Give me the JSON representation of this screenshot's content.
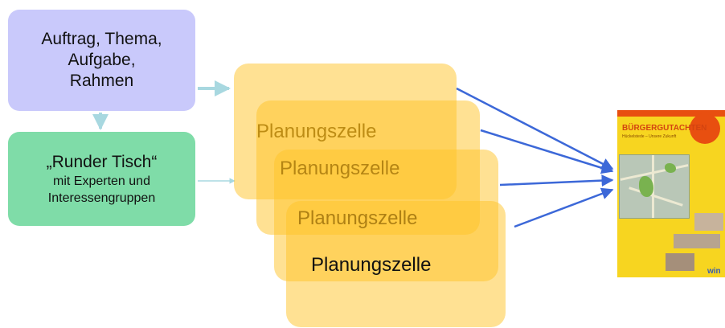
{
  "boxes": {
    "task": {
      "lines": [
        "Auftrag, Thema,",
        "Aufgabe,",
        "Rahmen"
      ],
      "color": "#c9c9fb"
    },
    "round_table": {
      "title": "„Runder Tisch“",
      "lines": [
        "mit Experten und",
        "Interessengruppen"
      ],
      "color": "#7fdca8"
    }
  },
  "planning_cells": {
    "color": "#ffc428",
    "labels": [
      "Planungszelle",
      "Planungszelle",
      "Planungszelle",
      "Planungszelle"
    ]
  },
  "arrow_colors": {
    "light": "#a8d8e0",
    "blue": "#3c68d8"
  },
  "poster": {
    "title": "BÜRGERGUTACHTEN",
    "subtitle": "Hückelstede – Unsere Zukunft",
    "logo": "win"
  }
}
